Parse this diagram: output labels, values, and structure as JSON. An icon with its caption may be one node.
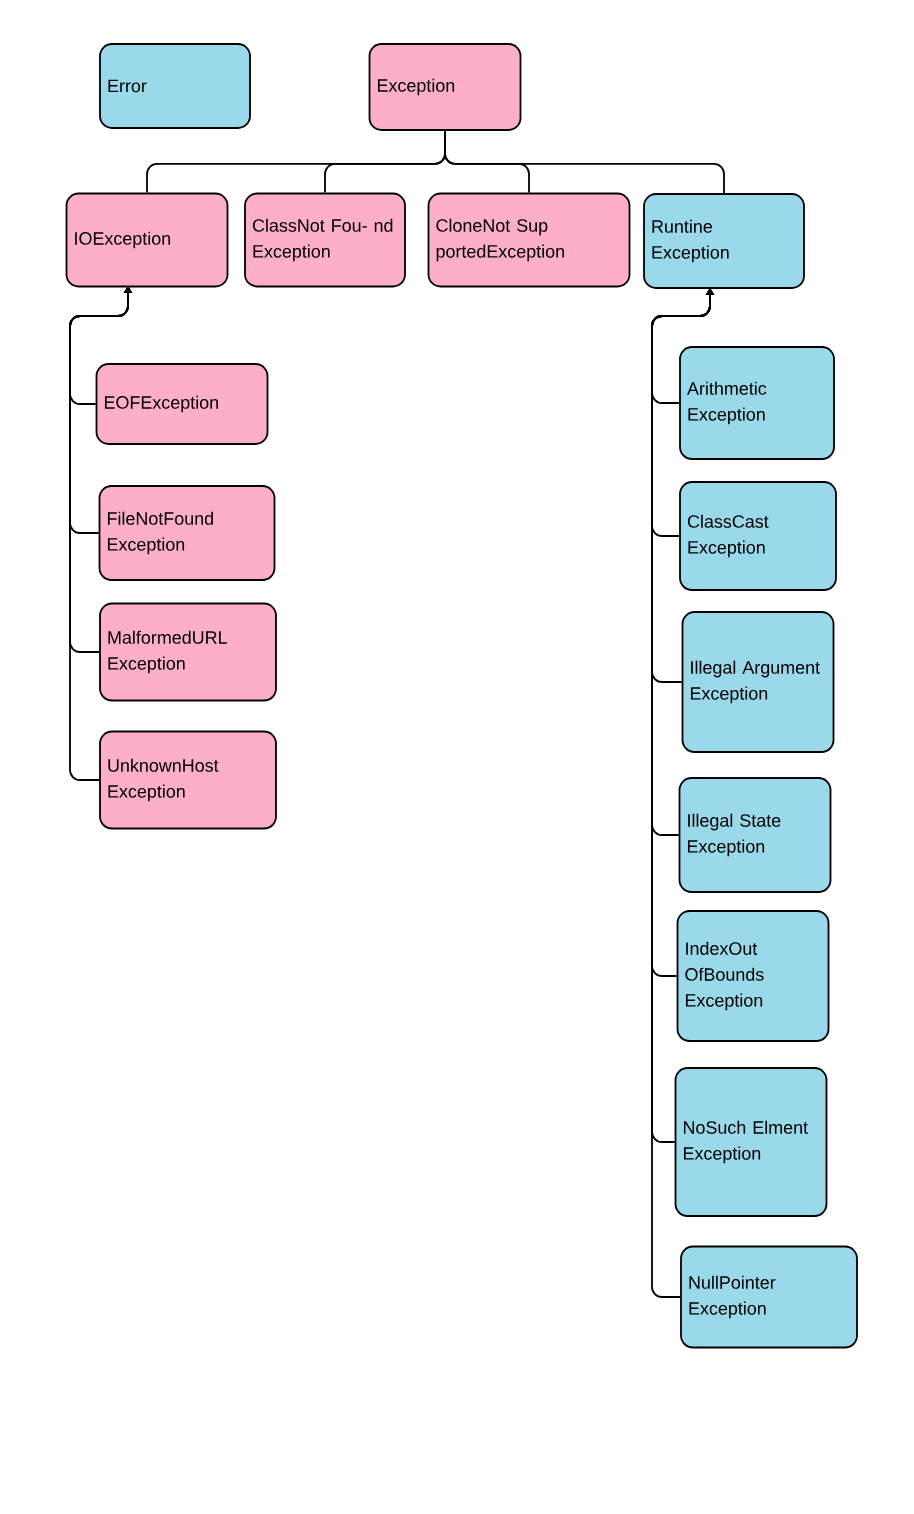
{
  "diagram": {
    "nodes": [
      {
        "text": [
          "Error"
        ]
      },
      {
        "text": [
          "Exception"
        ]
      },
      {
        "text": [
          "IOException"
        ]
      },
      {
        "text": [
          "ClassNot Fou- nd Exception"
        ]
      },
      {
        "text": [
          "CloneNot Sup portedException"
        ]
      },
      {
        "text": [
          "Runtine Exception"
        ]
      },
      {
        "text": [
          "EOFException"
        ]
      },
      {
        "text": [
          "FileNotFound Exception"
        ]
      },
      {
        "text": [
          "MalformedURL Exception"
        ]
      },
      {
        "text": [
          "UnknownHost Exception"
        ]
      },
      {
        "text": [
          "Arithmetic Exception"
        ]
      },
      {
        "text": [
          "ClassCast Exception"
        ]
      },
      {
        "text": [
          "Illegal Argument Exception"
        ]
      },
      {
        "text": [
          "Illegal State Exception"
        ]
      },
      {
        "text": [
          "IndexOut OfBounds Exception"
        ]
      },
      {
        "text": [
          "NoSuch Elment Exception"
        ]
      },
      {
        "text": [
          "NullPointer Exception"
        ]
      }
    ],
    "edges": [
      {
        "from": 1,
        "to": 2,
        "arrow": "none"
      },
      {
        "from": 1,
        "to": 3,
        "arrow": "none"
      },
      {
        "from": 1,
        "to": 4,
        "arrow": "none"
      },
      {
        "from": 1,
        "to": 5,
        "arrow": "none"
      },
      {
        "from": 6,
        "to": 2,
        "arrow": "to"
      },
      {
        "from": 7,
        "to": 2,
        "arrow": "to"
      },
      {
        "from": 8,
        "to": 2,
        "arrow": "to"
      },
      {
        "from": 9,
        "to": 2,
        "arrow": "to"
      },
      {
        "from": 10,
        "to": 5,
        "arrow": "to"
      },
      {
        "from": 11,
        "to": 5,
        "arrow": "to"
      },
      {
        "from": 12,
        "to": 5,
        "arrow": "to"
      },
      {
        "from": 13,
        "to": 5,
        "arrow": "to"
      },
      {
        "from": 14,
        "to": 5,
        "arrow": "to"
      },
      {
        "from": 15,
        "to": 5,
        "arrow": "to"
      },
      {
        "from": 16,
        "to": 5,
        "arrow": "to"
      }
    ]
  }
}
